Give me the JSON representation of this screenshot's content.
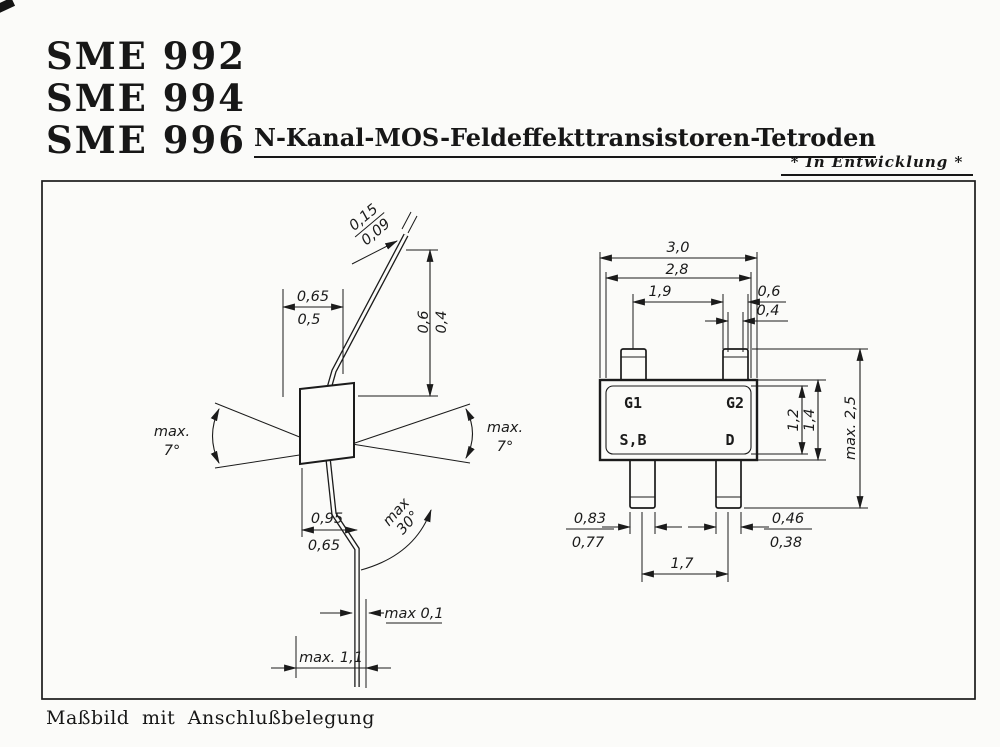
{
  "header": {
    "models": [
      "SME 992",
      "SME 994",
      "SME 996"
    ],
    "title": "N-Kanal-MOS-Feldeffekttransistoren-Tetroden",
    "status": "* In Entwicklung *"
  },
  "footer": {
    "caption": "Maßbild mit Anschlußbelegung"
  },
  "side_view": {
    "lead_thickness": {
      "max": "0,15",
      "min": "0,09"
    },
    "top_width": {
      "max": "0,65",
      "min": "0,5"
    },
    "lead_height": {
      "max": "0,6",
      "min": "0,4"
    },
    "tilt_left": {
      "l1": "max.",
      "l2": "7°"
    },
    "tilt_right": {
      "l1": "max.",
      "l2": "7°"
    },
    "foot_offset": {
      "max": "0,95",
      "min": "0,65"
    },
    "bend_angle": {
      "l1": "max",
      "l2": "30°"
    },
    "standoff": "max 0,1",
    "overall_height": "max. 1,1"
  },
  "top_view": {
    "body_width": {
      "outer": "3,0",
      "inner": "2,8"
    },
    "lead_pitch_top": "1,9",
    "lead_width_top": {
      "max": "0,6",
      "min": "0,4"
    },
    "pins": {
      "g1": "G1",
      "g2": "G2",
      "sb": "S,B",
      "d": "D"
    },
    "body_length": {
      "max": "1,4",
      "min": "1,2"
    },
    "overall_height": "max. 2,5",
    "lead_width_bottom_left": {
      "max": "0,83",
      "min": "0,77"
    },
    "lead_width_bottom_right": {
      "max": "0,46",
      "min": "0,38"
    },
    "lead_pitch_bottom": "1,7"
  }
}
